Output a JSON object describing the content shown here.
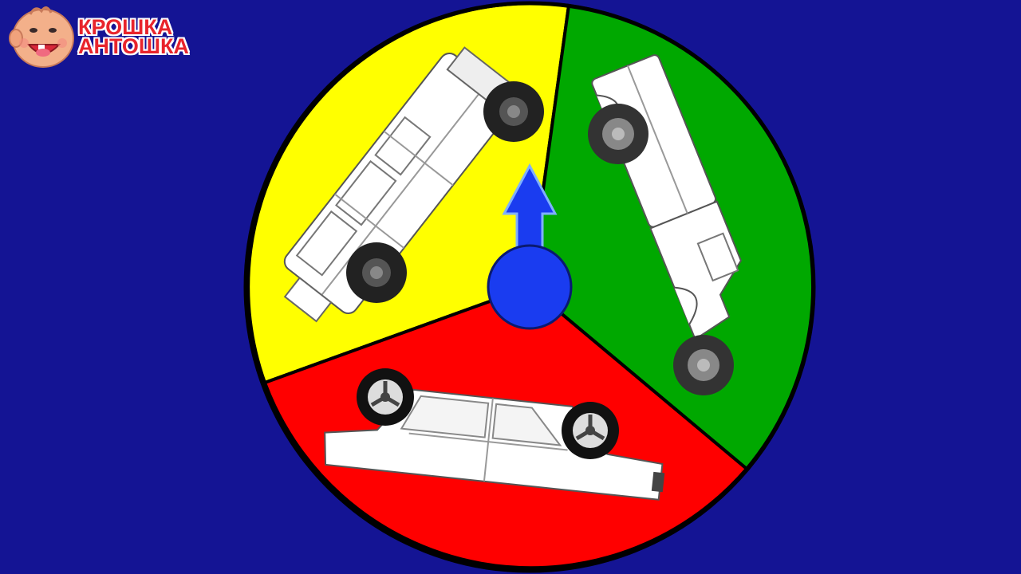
{
  "logo": {
    "line1": "КРОШКА",
    "line2": "АНТОШКА"
  },
  "colors": {
    "background": "#141494",
    "sector_yellow": "#ffff00",
    "sector_green": "#00a800",
    "sector_red": "#ff0000",
    "pointer": "#1a3cf0"
  },
  "wheel": {
    "sectors": [
      {
        "color": "yellow",
        "icon": "suv-car-outline-icon"
      },
      {
        "color": "green",
        "icon": "pickup-truck-outline-icon"
      },
      {
        "color": "red",
        "icon": "sedan-car-outline-icon"
      }
    ],
    "pointer_icon": "arrow-up-icon"
  }
}
